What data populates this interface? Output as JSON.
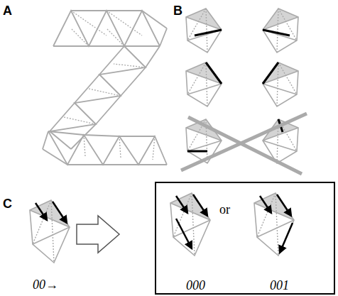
{
  "diagram": {
    "nodes": [
      {
        "text": [
          "or",
          "000",
          "001"
        ]
      }
    ],
    "labels": [
      "A",
      "B",
      "C",
      "00→"
    ]
  }
}
